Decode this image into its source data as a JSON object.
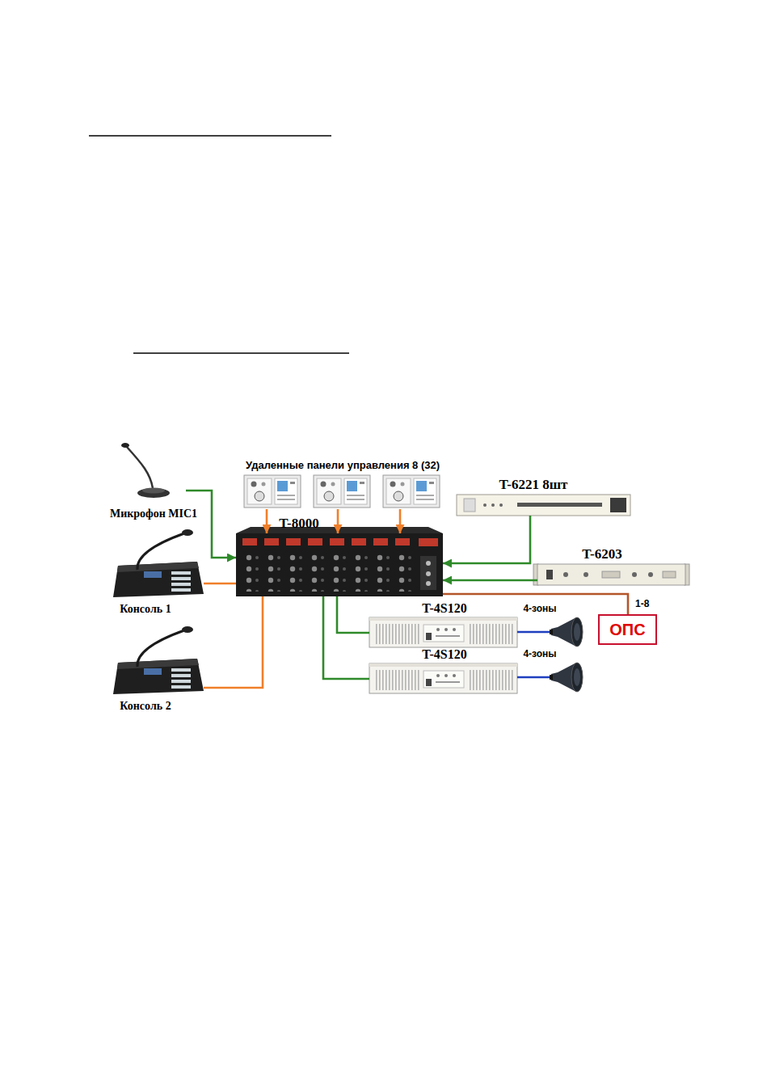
{
  "diagram": {
    "nodes": [
      {
        "text": [
          "Удаленные панели управления 8 (32)"
        ]
      },
      {
        "text": [
          "T-6221 8шт"
        ]
      },
      {
        "text": [
          "Микрофон MIC1"
        ]
      },
      {
        "text": [
          "T-8000"
        ]
      },
      {
        "text": [
          "Консоль 1"
        ]
      },
      {
        "text": [
          "T-6203"
        ]
      },
      {
        "text": [
          "T-4S120"
        ]
      },
      {
        "text": [
          "4-зоны"
        ]
      },
      {
        "text": [
          "ОПС"
        ]
      },
      {
        "text": [
          "T-4S120"
        ]
      },
      {
        "text": [
          "4-зоны"
        ]
      },
      {
        "text": [
          "Консоль 2"
        ]
      }
    ],
    "edges": [
      {
        "from": 2,
        "to": 3,
        "arrow": "to"
      },
      {
        "from": 4,
        "to": 3,
        "arrow": "none"
      },
      {
        "from": 11,
        "to": 3,
        "arrow": "none"
      },
      {
        "from": 0,
        "to": 3,
        "arrow": "to"
      },
      {
        "from": 0,
        "to": 3,
        "arrow": "to"
      },
      {
        "from": 0,
        "to": 3,
        "arrow": "to"
      },
      {
        "from": 1,
        "to": 3,
        "arrow": "to"
      },
      {
        "from": 5,
        "to": 3,
        "arrow": "to"
      },
      {
        "from": 3,
        "to": 6,
        "arrow": "none"
      },
      {
        "from": 3,
        "to": 9,
        "arrow": "none"
      },
      {
        "from": 3,
        "to": 8,
        "arrow": "none",
        "label": "1-8"
      },
      {
        "from": 6,
        "to": 7,
        "arrow": "none"
      },
      {
        "from": 9,
        "to": 10,
        "arrow": "none"
      }
    ]
  }
}
